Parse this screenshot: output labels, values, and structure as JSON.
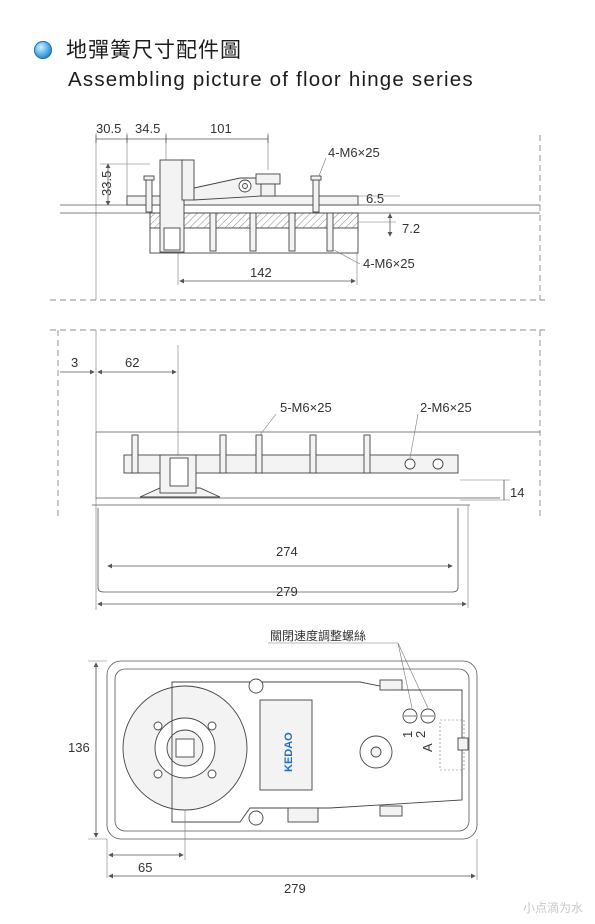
{
  "header": {
    "title_zh": "地彈簧尺寸配件圖",
    "title_en": "Assembling picture of floor hinge series"
  },
  "side_view": {
    "dims": {
      "d1": "30.5",
      "d2": "34.5",
      "d3": "101",
      "height": "33.5",
      "top_offset": "6.5",
      "plate_thickness": "7.2",
      "bolt_span": "142"
    },
    "labels": {
      "screws_top": "4-M6×25",
      "screws_bottom": "4-M6×25"
    }
  },
  "front_view": {
    "dims": {
      "left_gap": "3",
      "pivot_offset": "62",
      "depth": "14",
      "inner_length": "274",
      "outer_length": "279"
    },
    "labels": {
      "screws_mid": "5-M6×25",
      "screws_right": "2-M6×25"
    }
  },
  "top_view": {
    "dims": {
      "height": "136",
      "pivot_offset": "65",
      "length": "279"
    },
    "labels": {
      "adjust_screw_zh": "關閉速度調整螺絲",
      "brand": "KEDAO",
      "valve_1": "1",
      "valve_2": "2",
      "valve_a": "A"
    }
  },
  "watermark": "小点滴为水",
  "colors": {
    "line": "#555555",
    "bullet": "#1f7fc9",
    "brand": "#1f6fc0"
  }
}
